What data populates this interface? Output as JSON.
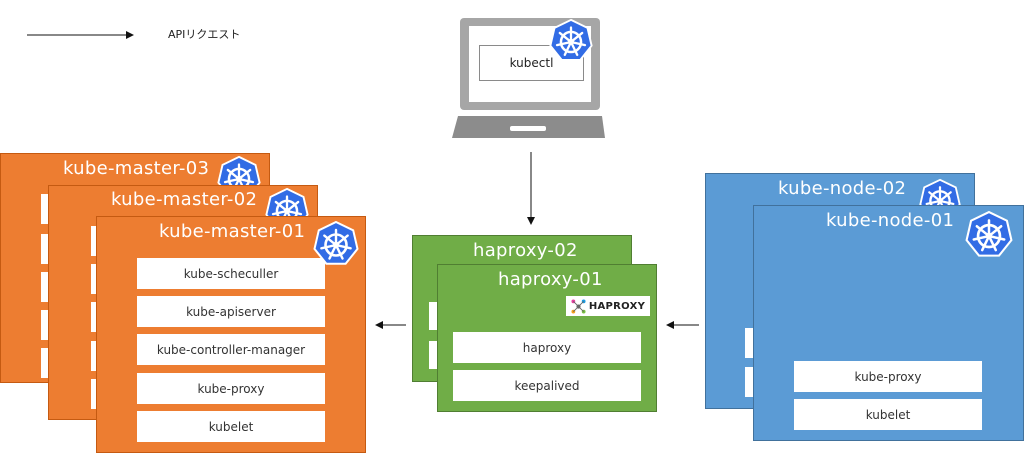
{
  "legend": {
    "label": "APIリクエスト"
  },
  "client": {
    "label": "kubectl"
  },
  "masters": [
    {
      "title": "kube-master-03"
    },
    {
      "title": "kube-master-02"
    },
    {
      "title": "kube-master-01",
      "components": [
        "kube-scheculler",
        "kube-apiserver",
        "kube-controller-manager",
        "kube-proxy",
        "kubelet"
      ]
    }
  ],
  "haproxies": [
    {
      "title": "haproxy-02"
    },
    {
      "title": "haproxy-01",
      "logo": "HAPROXY",
      "components": [
        "haproxy",
        "keepalived"
      ]
    }
  ],
  "nodes": [
    {
      "title": "kube-node-02"
    },
    {
      "title": "kube-node-01",
      "components": [
        "kube-proxy",
        "kubelet"
      ]
    }
  ],
  "colors": {
    "master": "#ED7D31",
    "haproxy": "#70AD47",
    "node": "#5B9BD5",
    "k8s": "#326CE5",
    "laptop": "#A6A6A6"
  }
}
